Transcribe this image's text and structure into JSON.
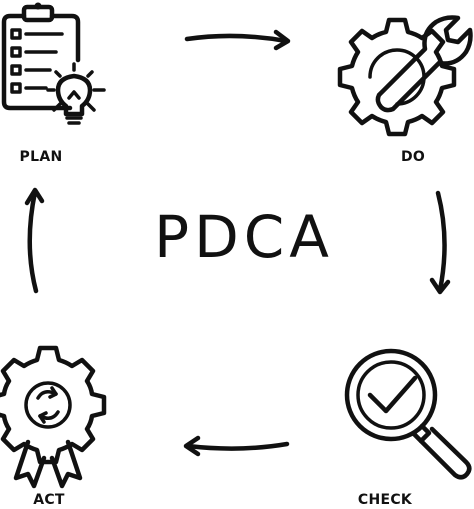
{
  "center_title": "PDCA",
  "steps": [
    {
      "id": "plan",
      "label": "PLAN",
      "icon": "clipboard-lightbulb-icon"
    },
    {
      "id": "do",
      "label": "DO",
      "icon": "gear-wrench-icon"
    },
    {
      "id": "check",
      "label": "CHECK",
      "icon": "magnifier-check-icon"
    },
    {
      "id": "act",
      "label": "ACT",
      "icon": "gear-badge-icon"
    }
  ],
  "colors": {
    "ink": "#111111",
    "background": "#ffffff"
  }
}
